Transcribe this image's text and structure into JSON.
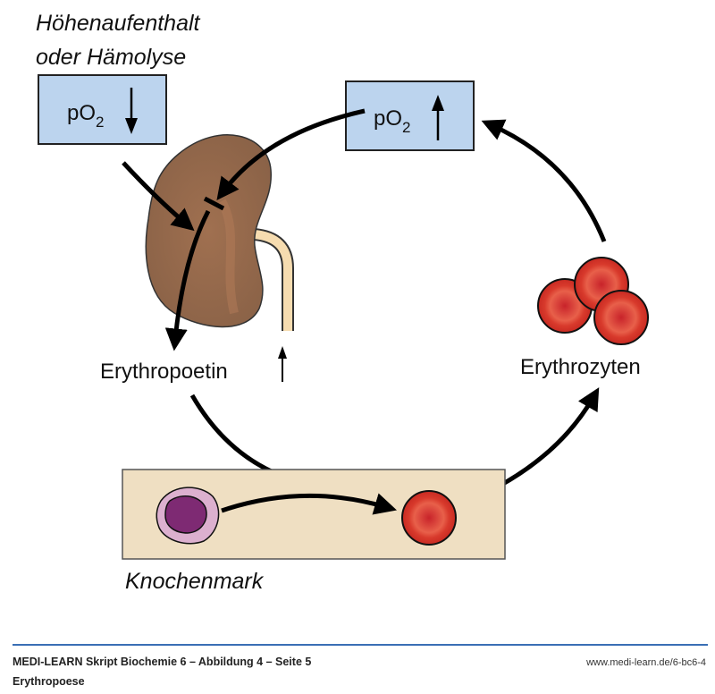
{
  "labels": {
    "trigger_line1": "Höhenaufenthalt",
    "trigger_line2": "oder Hämolyse",
    "po2_low": "pO",
    "po2_low_sub": "2",
    "po2_high": "pO",
    "po2_high_sub": "2",
    "erythropoetin": "Erythropoetin",
    "erythrozyten": "Erythrozyten",
    "knochenmark": "Knochenmark"
  },
  "colors": {
    "box_blue": "#bcd4ee",
    "kidney": "#8b6447",
    "marrow": "#efdfc2",
    "rbc": "#d8362a",
    "stem_cell_outer": "#dcb0cf",
    "stem_cell_inner": "#7e2a73",
    "ureter": "#f6dcb0"
  },
  "footer": {
    "title": "MEDI-LEARN Skript Biochemie 6 – Abbildung 4 – Seite 5",
    "url": "www.medi-learn.de/6-bc6-4",
    "subtitle": "Erythropoese"
  }
}
